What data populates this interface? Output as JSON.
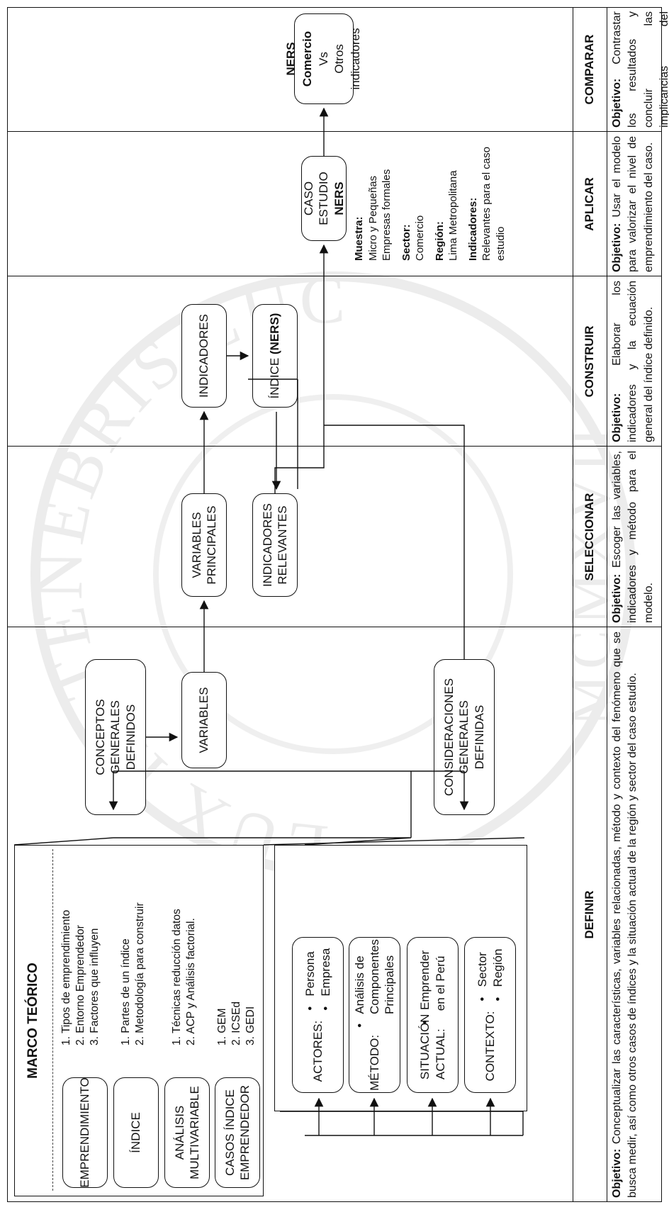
{
  "marco": {
    "title": "MARCO TEÓRICO",
    "rows": [
      {
        "label": "EMPRENDIMIENTO",
        "items": [
          "1.   Tipos de emprendimiento",
          "2.   Entorno Emprendedor",
          "3.   Factores que influyen"
        ]
      },
      {
        "label": "ÍNDICE",
        "items": [
          "1.   Partes de un índice",
          "2.   Metodología para construir"
        ]
      },
      {
        "label": "ANÁLISIS MULTIVARIABLE",
        "items": [
          "1.   Técnicas reducción datos",
          "2.   ACP y Análisis factorial."
        ]
      },
      {
        "label": "CASOS ÍNDICE EMPRENDEDOR",
        "items": [
          "1.   GEM",
          "2.   ICSEd",
          "3.   GEDI"
        ]
      }
    ]
  },
  "considerations": [
    {
      "label": "ACTORES:",
      "items": [
        "•   Persona",
        "•   Empresa"
      ]
    },
    {
      "label": "MÉTODO:",
      "items": [
        "•   Análisis de",
        "    Componentes",
        "    Principales"
      ]
    },
    {
      "label": "SITUACIÓN ACTUAL:",
      "items": [
        "•   Emprender",
        "    en el Perú"
      ]
    },
    {
      "label": "CONTEXTO:",
      "items": [
        "•   Sector",
        "•   Región"
      ]
    }
  ],
  "nodes": {
    "conceptos": "CONCEPTOS GENERALES DEFINIDOS",
    "variables": "VARIABLES",
    "consideraciones": "CONSIDERACIONES GENERALES DEFINIDAS",
    "variables_principales": "VARIABLES PRINCIPALES",
    "indicadores_relevantes": "INDICADORES RELEVANTES",
    "indicadores": "INDICADORES",
    "indice_prefix": "ÍNDICE ",
    "indice_bold": "(NERS)",
    "caso_line1": "CASO ESTUDIO",
    "caso_line2": "NERS",
    "comparar_bold": "NERS Comercio",
    "comparar_vs": "Vs",
    "comparar_otros": "Otros indicadores"
  },
  "caso_details": {
    "muestra_label": "Muestra:",
    "muestra_value": "Micro y Pequeñas Empresas formales",
    "sector_label": "Sector:",
    "sector_value": "Comercio",
    "region_label": "Región:",
    "region_value": "Lima Metropolitana",
    "indicadores_label": "Indicadores:",
    "indicadores_value": "Relevantes para el caso estudio"
  },
  "sections": [
    {
      "name": "DEFINIR",
      "objective_label": "Objetivo:",
      "objective": " Conceptualizar las características, variables relacionadas, método y contexto del fenómeno que se busca medir, así como otros casos de índices y la situación actual de la región y sector del caso estudio."
    },
    {
      "name": "SELECCIONAR",
      "objective_label": "Objetivo:",
      "objective": " Escoger las variables, indicadores y método para el modelo."
    },
    {
      "name": "CONSTRUIR",
      "objective_label": "Objetivo:",
      "objective": " Elaborar los indicadores y la ecuación general del índice definido."
    },
    {
      "name": "APLICAR",
      "objective_label": "Objetivo:",
      "objective": " Usar el modelo para valorizar el nivel de emprendimiento del caso."
    },
    {
      "name": "COMPARAR",
      "objective_label": "Objetivo:",
      "objective": " Contrastar los resultados y concluir las implicancias del modelo."
    }
  ],
  "watermark": {
    "text": "ET LUX IN TENEBRIS LUCET",
    "numeral": "MCMXVII"
  }
}
